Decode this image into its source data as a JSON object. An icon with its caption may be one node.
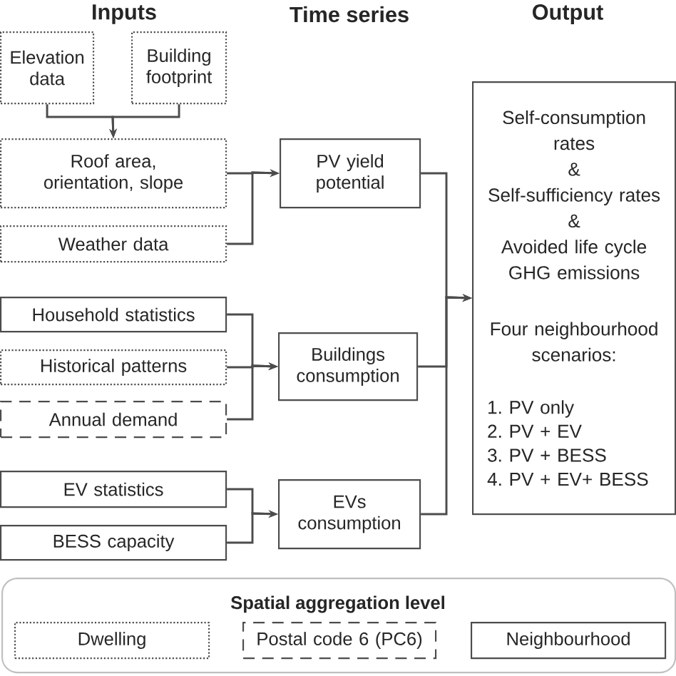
{
  "diagram": {
    "nodes": [
      {
        "text": [
          "Elevation data"
        ]
      },
      {
        "text": [
          "Building footprint"
        ]
      },
      {
        "text": [
          "Roof area, orientation, slope"
        ]
      },
      {
        "text": [
          "Weather data"
        ]
      },
      {
        "text": [
          "PV yield potential"
        ]
      },
      {
        "text": [
          "Household statistics"
        ]
      },
      {
        "text": [
          "Historical patterns"
        ]
      },
      {
        "text": [
          "Annual demand"
        ]
      },
      {
        "text": [
          "Buildings consumption"
        ]
      },
      {
        "text": [
          "EV statistics"
        ]
      },
      {
        "text": [
          "BESS  capacity"
        ]
      },
      {
        "text": [
          "EVs consumption"
        ]
      },
      {
        "text": [
          "Self-consumption rates",
          "&",
          "Self-sufficiency rates",
          "&",
          "Avoided life cycle GHG emissions",
          "Four neighbourhood scenarios:",
          "1. PV only",
          "2. PV + EV",
          "3. PV + BESS",
          "4. PV + EV+ BESS"
        ]
      },
      {
        "text": [
          "Spatial aggregation level"
        ]
      },
      {
        "text": [
          "Dwelling"
        ],
        "in": 13
      },
      {
        "text": [
          "Postal code 6 (PC6)"
        ],
        "in": 13
      },
      {
        "text": [
          "Neighbourhood"
        ],
        "in": 13
      }
    ],
    "edges": [
      {
        "from": 0,
        "to": 2,
        "arrow": "to"
      },
      {
        "from": 1,
        "to": 2,
        "arrow": "to"
      },
      {
        "from": 2,
        "to": 4,
        "arrow": "to"
      },
      {
        "from": 3,
        "to": 4,
        "arrow": "to"
      },
      {
        "from": 5,
        "to": 8,
        "arrow": "to"
      },
      {
        "from": 6,
        "to": 8,
        "arrow": "to"
      },
      {
        "from": 7,
        "to": 8,
        "arrow": "to"
      },
      {
        "from": 9,
        "to": 11,
        "arrow": "to"
      },
      {
        "from": 10,
        "to": 11,
        "arrow": "to"
      },
      {
        "from": 4,
        "to": 12,
        "arrow": "to"
      },
      {
        "from": 8,
        "to": 12,
        "arrow": "to"
      },
      {
        "from": 11,
        "to": 12,
        "arrow": "to"
      }
    ],
    "labels": [
      "Inputs",
      "Time series",
      "Output"
    ]
  }
}
